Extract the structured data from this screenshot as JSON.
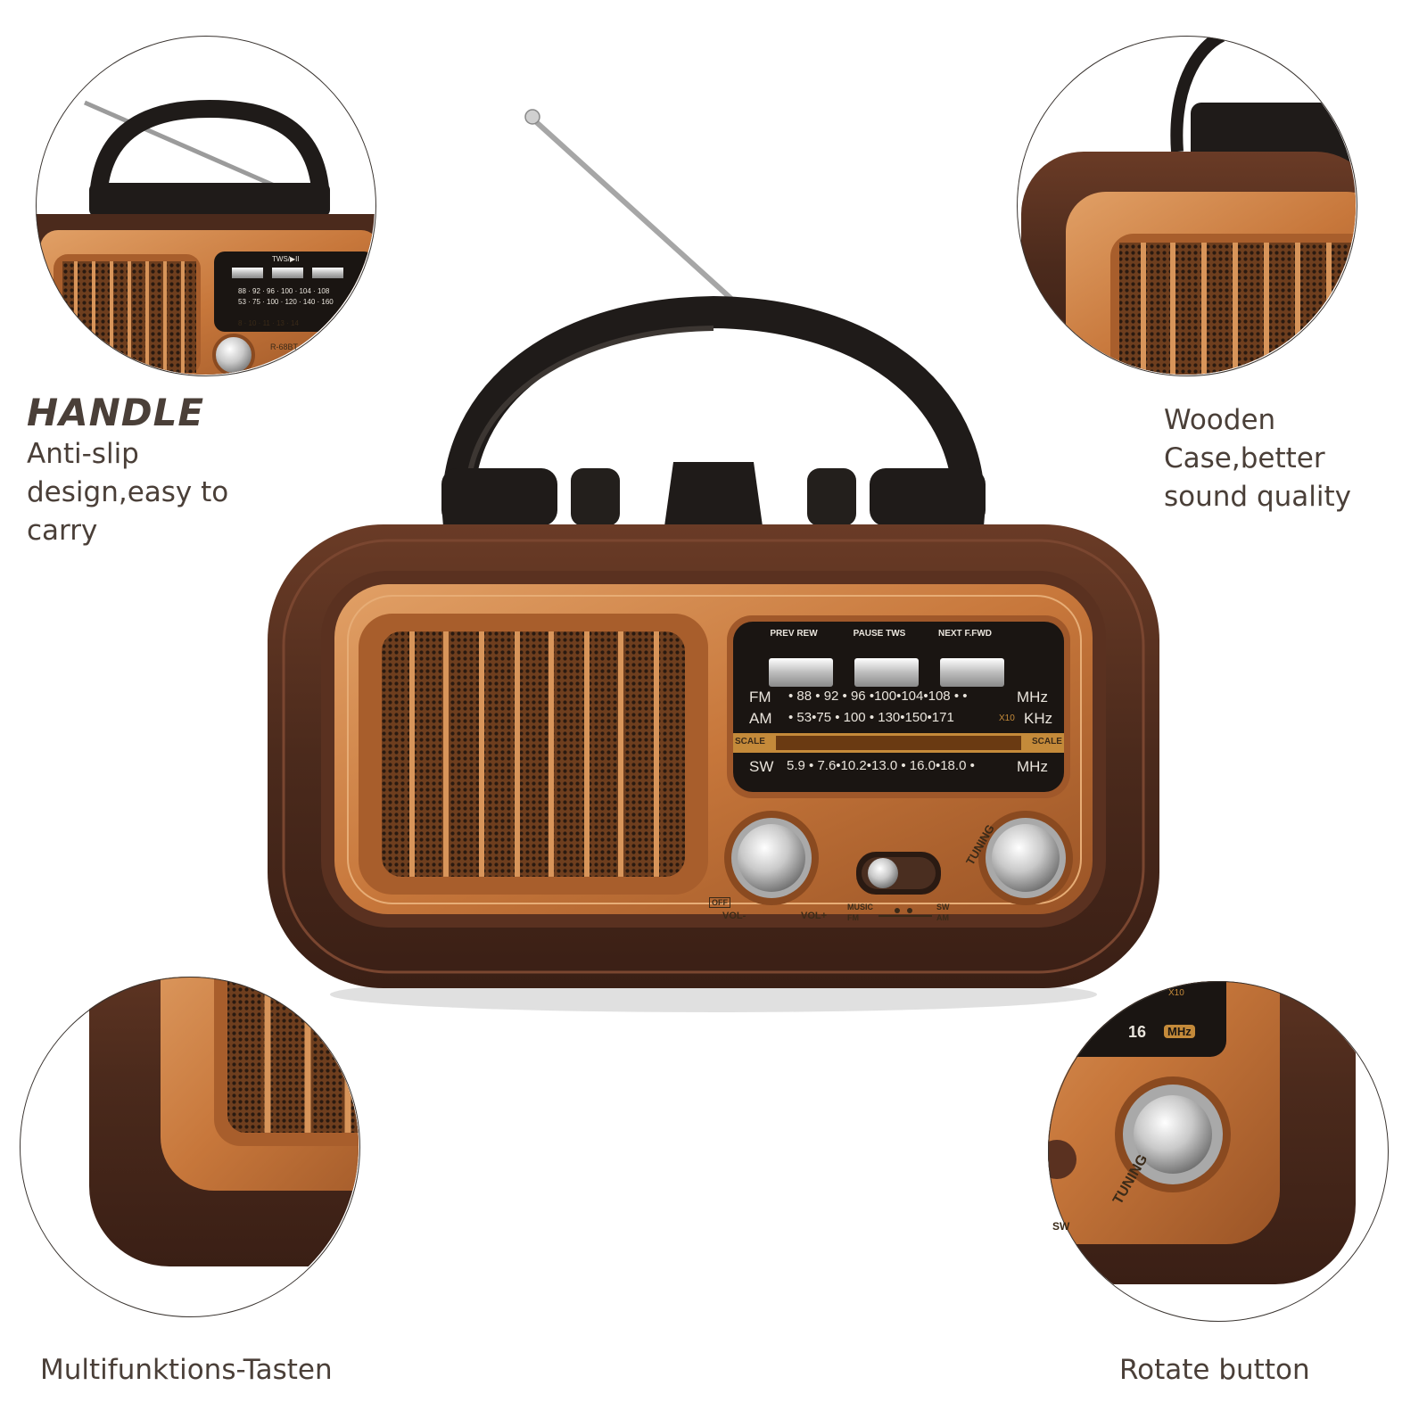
{
  "callouts": {
    "handle": {
      "title": "HANDLE",
      "description": "Anti-slip design,easy to carry"
    },
    "wooden_case": {
      "description": "Wooden Case,better sound quality"
    },
    "multi_buttons": {
      "caption": "Multifunktions-Tasten"
    },
    "rotate_button": {
      "caption": "Rotate button"
    }
  },
  "radio": {
    "buttons": [
      "PREV REW",
      "PAUSE TWS",
      "NEXT F.FWD"
    ],
    "dial": {
      "fm": {
        "band": "FM",
        "values": "• 88 • 92 • 96 •100•104•108 • •",
        "unit": "MHz"
      },
      "am": {
        "band": "AM",
        "values": "• 53•75 • 100 • 130•150•171",
        "multiplier": "X10",
        "unit": "KHz"
      },
      "scale_label": "SCALE",
      "sw": {
        "band": "SW",
        "values": "5.9 • 7.6•10.2•13.0 • 16.0•18.0 •",
        "unit": "MHz"
      }
    },
    "controls": {
      "off_label": "OFF",
      "vol_minus": "VOL-",
      "vol_plus": "VOL+",
      "tuning": "TUNING",
      "switch_left_top": "MUSIC",
      "switch_left_bottom": "FM",
      "switch_right_top": "SW",
      "switch_right_bottom": "AM"
    }
  },
  "detail_handle_panel": {
    "button_top": "TWS/▶II",
    "fm_row": "88 · 92 · 96 · 100 · 104 · 108",
    "am_row": "53 · 75 · 100 · 120 · 140 · 160",
    "sw_row": "8 · 10 · 11 · 13 · 14",
    "model": "R-68BT"
  },
  "detail_rotate_panel": {
    "freq": "16",
    "unit": "MHz",
    "multiplier": "X10",
    "tuning": "TUNING",
    "sw": "SW"
  },
  "colors": {
    "case_outer": "#4b2a1c",
    "case_inner": "#6b3a22",
    "copper": "#c7773b",
    "copper_light": "#e0a46a",
    "dial_black": "#1a1512",
    "text": "#4a3f38"
  }
}
